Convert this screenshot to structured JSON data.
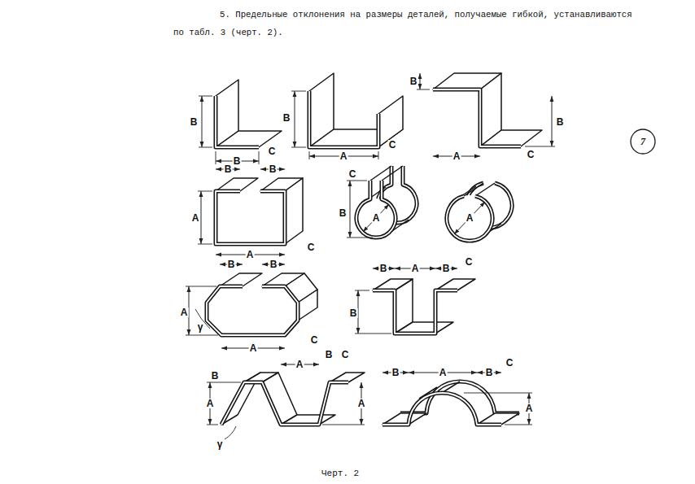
{
  "diagram": {
    "title": "5. Предельные отклонения на размеры деталей, получаемые гибкой, устанавливаются по табл. 3 (черт. 2).",
    "caption": "Черт. 2",
    "nodes": [
      {
        "text": [
          "7"
        ]
      }
    ],
    "labels": [
      "В",
      "В",
      "С",
      "В",
      "А",
      "С",
      "В",
      "В",
      "А",
      "С",
      "В",
      "В",
      "А",
      "А",
      "С",
      "С",
      "В",
      "А",
      "А",
      "В",
      "В",
      "А",
      "γ",
      "С",
      "А",
      "В",
      "А",
      "В",
      "С",
      "В",
      "А",
      "В",
      "С",
      "А",
      "В",
      "γ",
      "А",
      "В",
      "А",
      "В",
      "С",
      "А"
    ]
  }
}
